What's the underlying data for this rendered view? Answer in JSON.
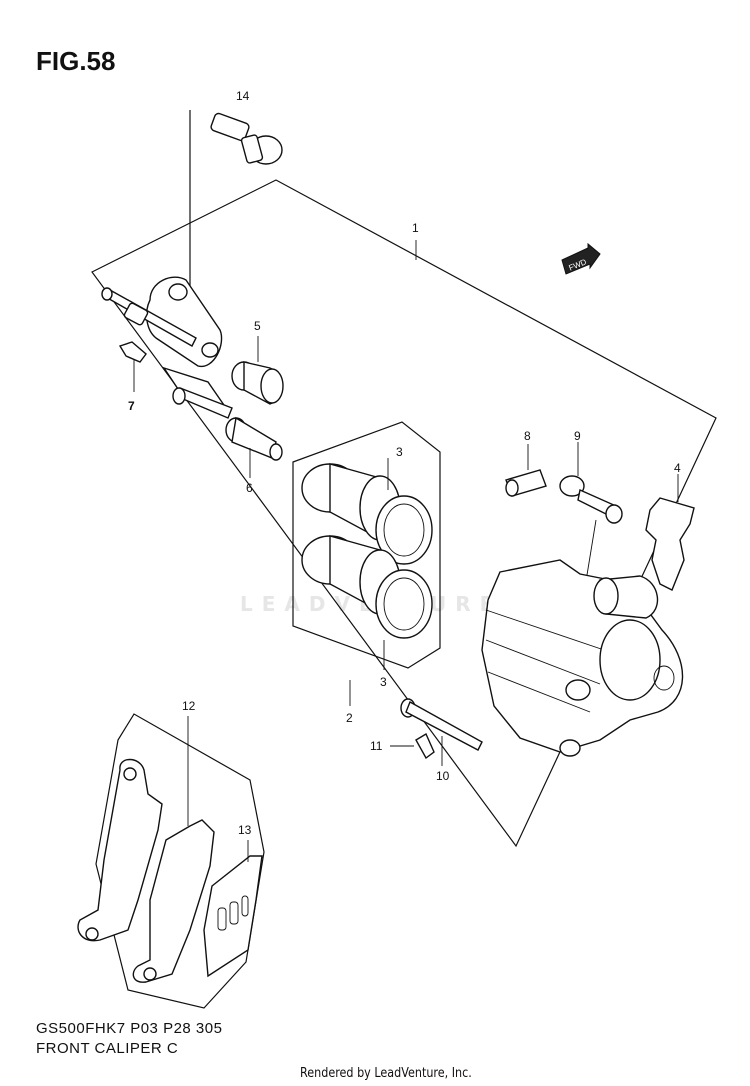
{
  "header": {
    "figure_label": "FIG.58"
  },
  "footer": {
    "model_line": "GS500FHK7 P03 P28 305",
    "part_name": "FRONT CALIPER C",
    "rendered_by": "Rendered by LeadVenture, Inc."
  },
  "watermark": "LEADVENTURE",
  "fwd_label": "FWD",
  "callouts": {
    "c1": "1",
    "c2": "2",
    "c3a": "3",
    "c3b": "3",
    "c4": "4",
    "c5": "5",
    "c6": "6",
    "c7": "7",
    "c8": "8",
    "c9": "9",
    "c10": "10",
    "c11": "11",
    "c12": "12",
    "c13": "13",
    "c14": "14"
  }
}
